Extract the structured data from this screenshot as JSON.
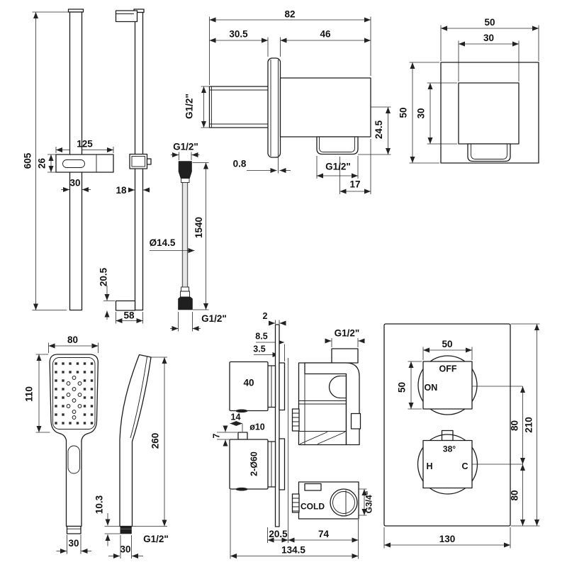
{
  "figure": {
    "background": "#ffffff",
    "line_color": "#1c1c1c"
  },
  "drawings": {
    "slide_rail_front": {
      "height": "605",
      "bracket_width": "125",
      "bracket_height": "26",
      "rail_width": "30"
    },
    "slide_rail_side": {
      "depth": "18",
      "foot_height": "20.5",
      "foot_depth": "58"
    },
    "hose": {
      "top_thread": "G1/2\"",
      "diameter": "Ø14.5",
      "length": "1540",
      "bottom_thread": "G1/2\""
    },
    "wall_elbow": {
      "total_depth": "82",
      "inlet_depth": "30.5",
      "body_depth": "46",
      "inlet_thread": "G1/2\"",
      "flange_gap": "0.8",
      "outlet_thread": "G1/2\"",
      "outlet_edge": "17",
      "outlet_drop": "24.5"
    },
    "wall_outlet_square": {
      "width": "50",
      "inner_width": "30",
      "height": "50",
      "inner_height": "30"
    },
    "handset_front": {
      "head_width": "80",
      "head_height": "110",
      "connector_width": "30"
    },
    "handset_side": {
      "length": "260",
      "connector_height": "10.3",
      "connector_width": "30",
      "thread": "G1/2\""
    },
    "valve": {
      "plate_thickness": "2",
      "offset_outer": "8.5",
      "offset_inner": "3.5",
      "top_port_thread": "G1/2\"",
      "handle_depth": "40",
      "pin_offset": "14",
      "pin_diameter": "ø10",
      "pin_height": "7",
      "handle_diameter": "2-Ø60",
      "cold_label": "COLD",
      "side_port_thread": "G3/4\"",
      "wall_to_body": "20.5",
      "body_depth": "74",
      "total_depth": "134.5"
    },
    "trim_plate": {
      "handle_width": "50",
      "handle_height": "50",
      "off_label": "OFF",
      "on_label": "ON",
      "temp_label": "38°",
      "hot_label": "H",
      "cold_label": "C",
      "handle_spacing": "80",
      "plate_height": "210",
      "bottom_spacing": "80",
      "plate_width": "130"
    }
  }
}
